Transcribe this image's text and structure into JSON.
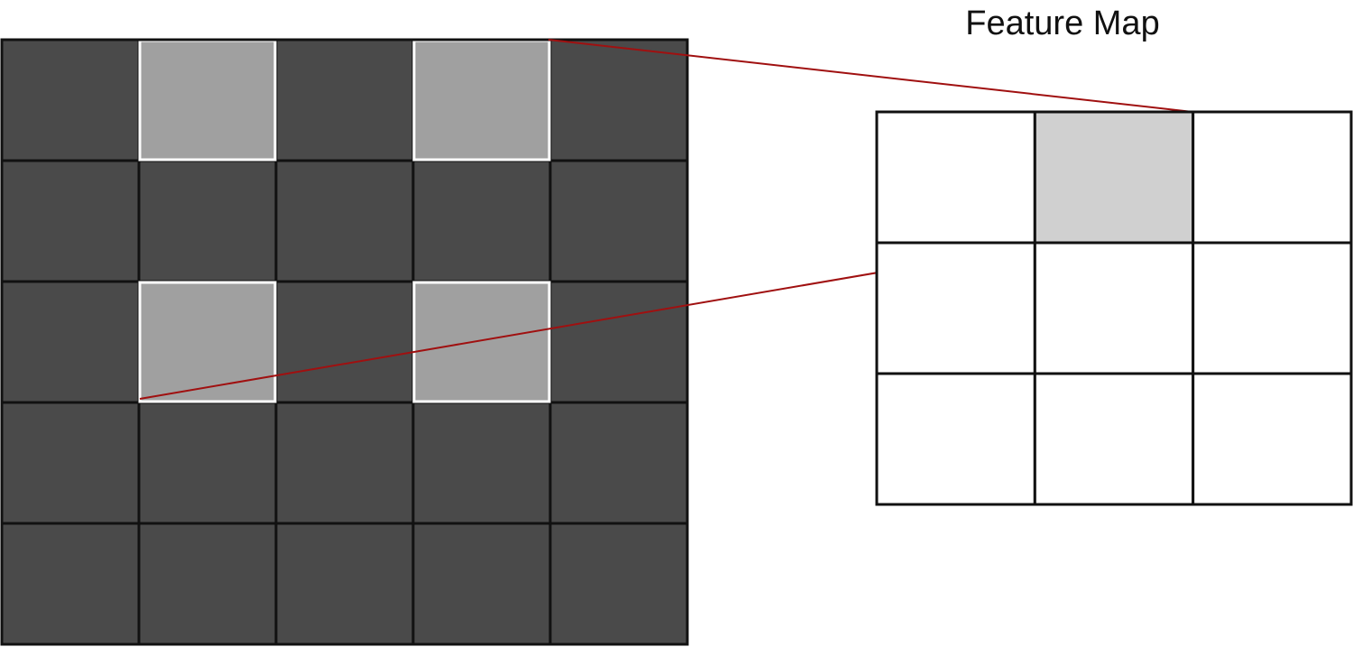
{
  "feature_map": {
    "title": "Feature Map",
    "rows": 3,
    "cols": 3,
    "highlight": [
      0,
      1
    ]
  },
  "input_grid": {
    "rows": 5,
    "cols": 5,
    "highlighted_cells": [
      [
        0,
        1
      ],
      [
        0,
        3
      ],
      [
        2,
        1
      ],
      [
        2,
        3
      ]
    ]
  },
  "colors": {
    "input_cell": "#4a4a4a",
    "input_highlight": "#a0a0a0",
    "highlight_border": "#ffffff",
    "grid_line": "#111111",
    "feature_cell": "#ffffff",
    "feature_highlight": "#d0d0d0",
    "connector": "#a01010"
  }
}
